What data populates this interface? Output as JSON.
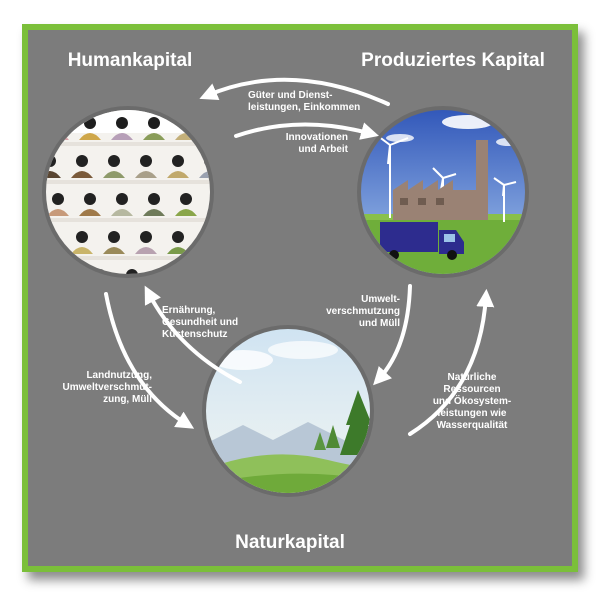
{
  "titles": {
    "human": "Humankapital",
    "produced": "Produziertes Kapital",
    "natural": "Naturkapital"
  },
  "flows": {
    "goods_1": "Güter und Dienst-",
    "goods_2": "leistungen, Einkommen",
    "innov_1": "Innovationen",
    "innov_2": "und Arbeit",
    "food_1": "Ernährung,",
    "food_2": "Gesundheit und",
    "food_3": "Küstenschutz",
    "pollution_1": "Umwelt-",
    "pollution_2": "verschmutzung",
    "pollution_3": "und Müll",
    "land_1": "Landnutzung,",
    "land_2": "Umweltverschmut-",
    "land_3": "zung, Müll",
    "resources_1": "Natürliche",
    "resources_2": "Ressourcen",
    "resources_3": "und Ökosystem-",
    "resources_4": "leistungen wie",
    "resources_5": "Wasserqualität"
  },
  "colors": {
    "background": "#7c7c7c",
    "border": "#7bbf3a",
    "arrow": "#ffffff",
    "truck": "#2d2c8e",
    "factory": "#9a8274"
  },
  "icons": {
    "human": "crowd-of-people-icons",
    "produced": "factory-wind-turbines-truck",
    "natural": "meadow-forest-mountains"
  }
}
